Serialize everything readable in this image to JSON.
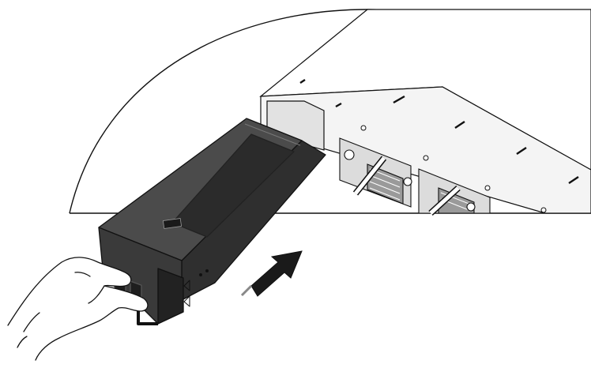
{
  "figure": {
    "subject": "power-supply-module-insertion",
    "components": {
      "zoom_boundary": "magnified-view-outline",
      "chassis": "switch-rear-chassis",
      "installed_modules": [
        "installed-power-module",
        "installed-power-module"
      ],
      "inserted_module": "power-supply-module",
      "hand": "hand-gripping-handle",
      "arrow": "insertion-direction-arrow"
    }
  },
  "colors": {
    "line": "#111111",
    "module_body": "#3d3d3d",
    "module_top": "#5a5a5a",
    "module_panel": "#2a2a2a",
    "chassis_fill": "#ffffff",
    "background": "#ffffff"
  }
}
